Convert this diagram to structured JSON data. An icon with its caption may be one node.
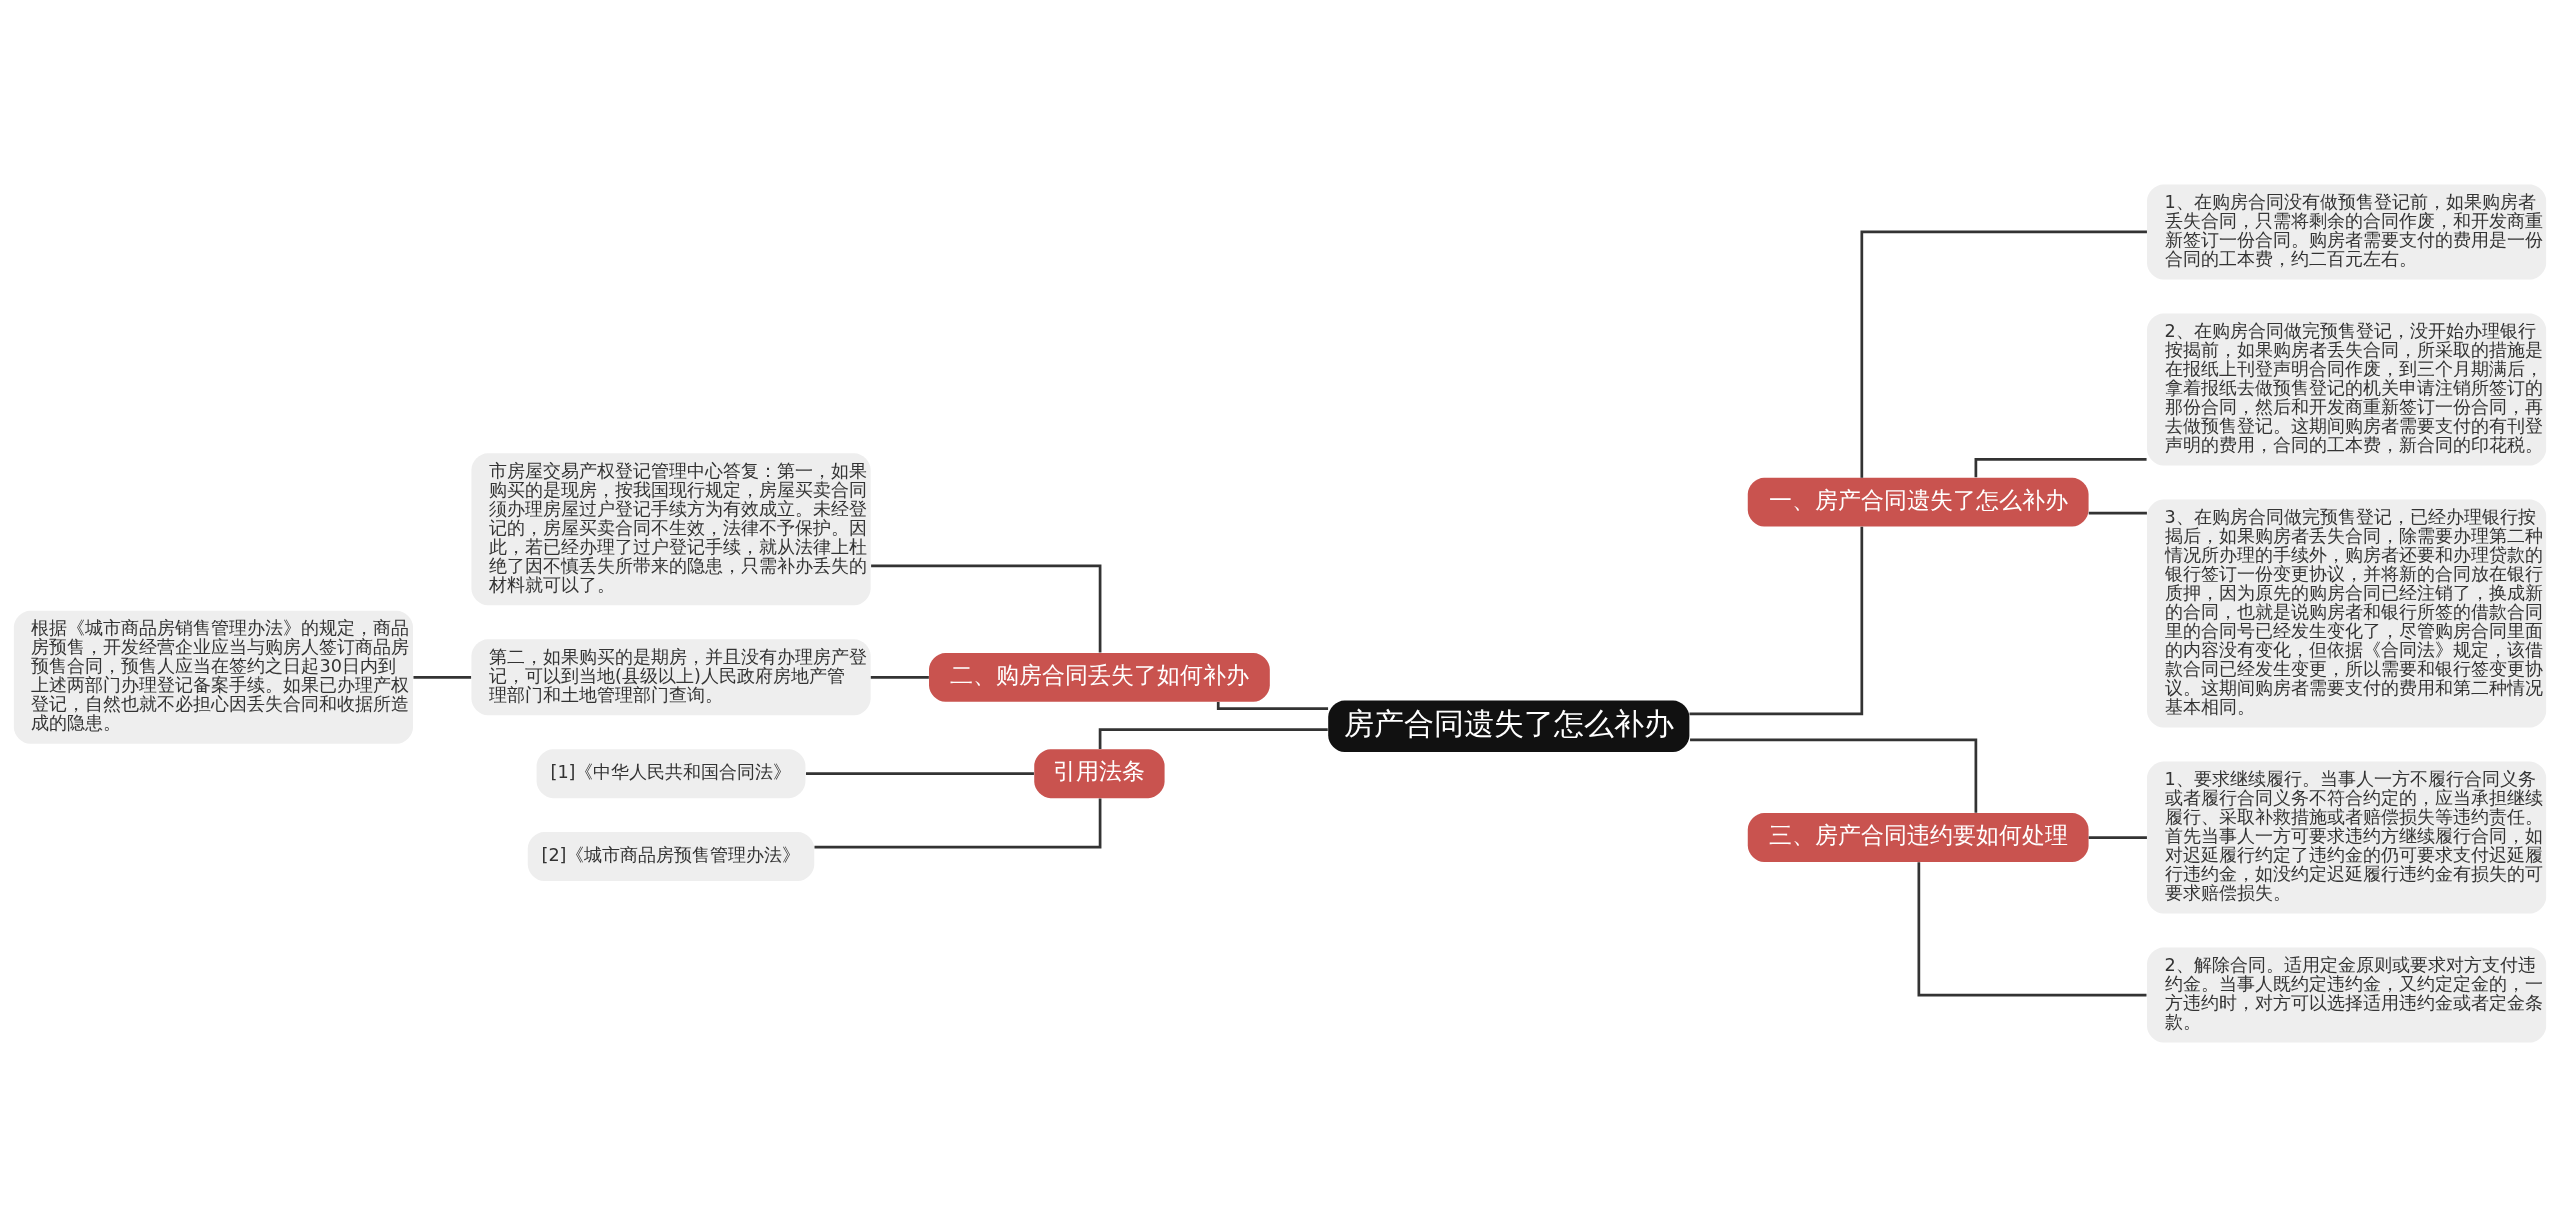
{
  "diagram": {
    "nodes": [
      {
        "text": [
          "房产合同遗失了怎么补办"
        ]
      },
      {
        "text": [
          "一、房产合同遗失了怎么补办"
        ]
      },
      {
        "text": [
          "1、在购房合同没有做预售登记前，如果购房者丢失合同，只需将剩余的合同作废，和开发商重新签订一份合同。购房者需要支付的费用是一份合同的工本费，约二百元左右。"
        ]
      },
      {
        "text": [
          "2、在购房合同做完预售登记，没开始办理银行按揭前，如果购房者丢失合同，所采取的措施是在报纸上刊登声明合同作废，到三个月期满后，拿着报纸去做预售登记的机关申请注销所签订的那份合同，然后和开发商重新签订一份合同，再去做预售登记。这期间购房者需要支付的有刊登声明的费用，合同的工本费，新合同的印花税。"
        ]
      },
      {
        "text": [
          "3、在购房合同做完预售登记，已经办理银行按揭后，如果购房者丢失合同，除需要办理第二种情况所办理的手续外，购房者还要和办理贷款的银行签订一份变更协议，并将新的合同放在银行质押，因为原先的购房合同已经注销了，换成新的合同，也就是说购房者和银行所签的借款合同里的合同号已经发生变化了，尽管购房合同里面的内容没有变化，但依据《合同法》规定，该借款合同已经发生变更，所以需要和银行签变更协议。这期间购房者需要支付的费用和第二种情况基本相同。"
        ]
      },
      {
        "text": [
          "三、房产合同违约要如何处理"
        ]
      },
      {
        "text": [
          "1、要求继续履行。当事人一方不履行合同义务或者履行合同义务不符合约定的，应当承担继续履行、采取补救措施或者赔偿损失等违约责任。首先当事人一方可要求违约方继续履行合同，如对迟延履行约定了违约金的仍可要求支付迟延履行违约金，如没约定迟延履行违约金有损失的可要求赔偿损失。"
        ]
      },
      {
        "text": [
          "2、解除合同。适用定金原则或要求对方支付违约金。当事人既约定违约金，又约定定金的，一方违约时，对方可以选择适用违约金或者定金条款。"
        ]
      },
      {
        "text": [
          "二、购房合同丢失了如何补办"
        ]
      },
      {
        "text": [
          "市房屋交易产权登记管理中心答复：第一，如果购买的是现房，按我国现行规定，房屋买卖合同须办理房屋过户登记手续方为有效成立。未经登记的，房屋买卖合同不生效，法律不予保护。因此，若已经办理了过户登记手续，就从法律上杜绝了因不慎丢失所带来的隐患，只需补办丢失的材料就可以了。"
        ]
      },
      {
        "text": [
          "第二，如果购买的是期房，并且没有办理房产登记，可以到当地(县级以上)人民政府房地产管理部门和土地管理部门查询。"
        ]
      },
      {
        "text": [
          "根据《城市商品房销售管理办法》的规定，商品房预售，开发经营企业应当与购房人签订商品房预售合同，预售人应当在签约之日起30日内到上述两部门办理登记备案手续。如果已办理产权登记，自然也就不必担心因丢失合同和收据所造成的隐患。"
        ]
      },
      {
        "text": [
          "引用法条"
        ]
      },
      {
        "text": [
          "[1]《中华人民共和国合同法》"
        ]
      },
      {
        "text": [
          "[2]《城市商品房预售管理办法》"
        ]
      }
    ],
    "edges": [
      {
        "from": 0,
        "to": 1,
        "arrow": "none"
      },
      {
        "from": 1,
        "to": 2,
        "arrow": "none"
      },
      {
        "from": 1,
        "to": 3,
        "arrow": "none"
      },
      {
        "from": 1,
        "to": 4,
        "arrow": "none"
      },
      {
        "from": 0,
        "to": 5,
        "arrow": "none"
      },
      {
        "from": 5,
        "to": 6,
        "arrow": "none"
      },
      {
        "from": 5,
        "to": 7,
        "arrow": "none"
      },
      {
        "from": 0,
        "to": 8,
        "arrow": "none"
      },
      {
        "from": 8,
        "to": 9,
        "arrow": "none"
      },
      {
        "from": 8,
        "to": 10,
        "arrow": "none"
      },
      {
        "from": 10,
        "to": 11,
        "arrow": "none"
      },
      {
        "from": 0,
        "to": 12,
        "arrow": "none"
      },
      {
        "from": 12,
        "to": 13,
        "arrow": "none"
      },
      {
        "from": 12,
        "to": 14,
        "arrow": "none"
      }
    ]
  }
}
